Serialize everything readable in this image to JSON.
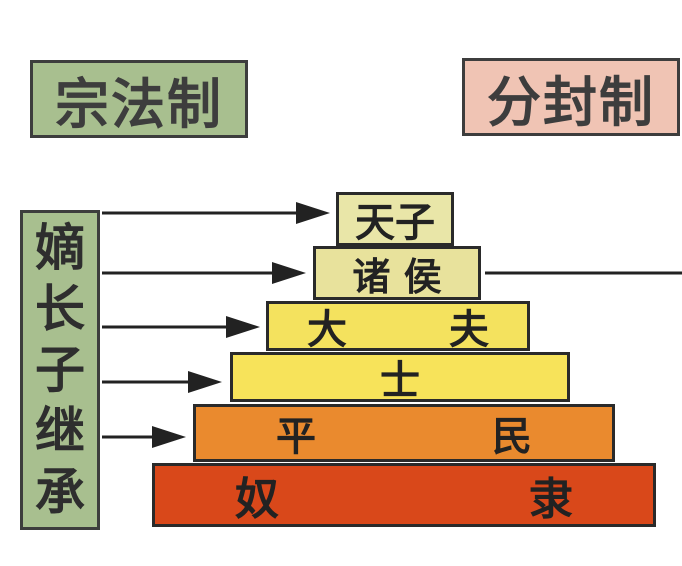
{
  "titles": {
    "left": "宗法制",
    "right": "分封制"
  },
  "inheritance": "嫡长子继承",
  "tiers": [
    {
      "parts": [
        "天子"
      ],
      "color": "#e9e6a8"
    },
    {
      "parts": [
        "诸 侯"
      ],
      "color": "#e8e29c"
    },
    {
      "parts": [
        "大",
        "夫"
      ],
      "color": "#f4e25e"
    },
    {
      "parts": [
        "士"
      ],
      "color": "#f7e35a"
    },
    {
      "parts": [
        "平",
        "民"
      ],
      "color": "#ea8a2e"
    },
    {
      "parts": [
        "奴",
        "隶"
      ],
      "color": "#d9481a"
    }
  ],
  "colors": {
    "title_left_bg": "#a8bf8f",
    "title_right_bg": "#f0c4b4",
    "vertical_bg": "#a8bf8f",
    "arrow": "#222222"
  }
}
